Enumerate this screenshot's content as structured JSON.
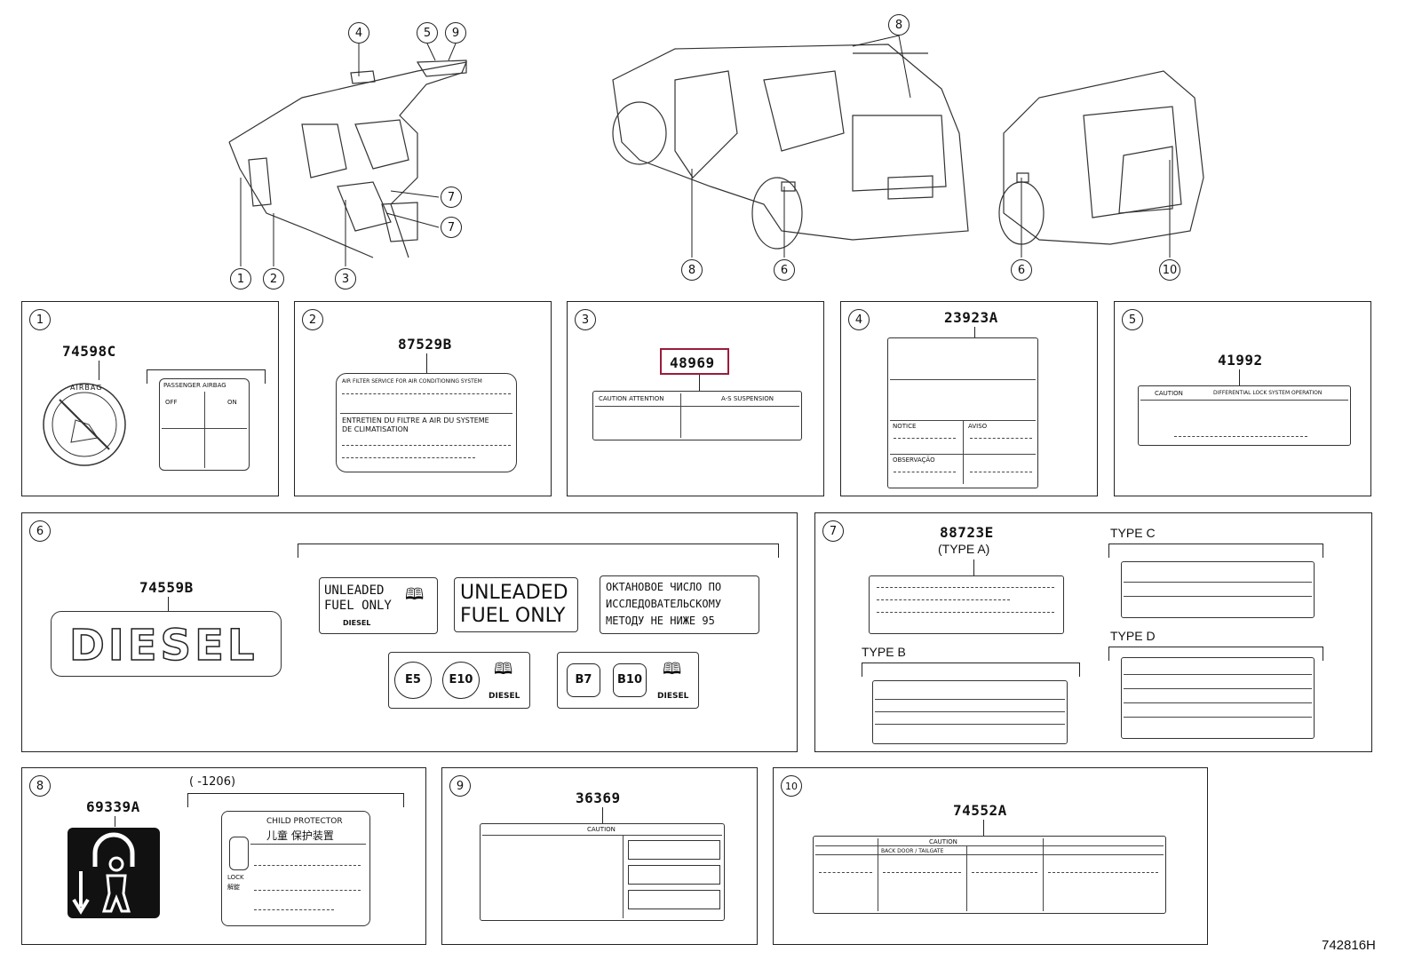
{
  "diagram_code": "742816H",
  "callouts": {
    "c1": "1",
    "c2": "2",
    "c3": "3",
    "c4": "4",
    "c5": "5",
    "c6a": "6",
    "c6b": "6",
    "c7a": "7",
    "c7b": "7",
    "c8a": "8",
    "c8b": "8",
    "c9": "9",
    "c10": "10"
  },
  "panels": [
    {
      "num": "1",
      "part": "74598C",
      "airbag_ring": "AIRBAG",
      "passenger_airbag": "PASSENGER  AIRBAG",
      "off": "OFF",
      "on": "ON"
    },
    {
      "num": "2",
      "part": "87529B",
      "line1": "AIR FILTER SERVICE FOR AIR CONDITIONING SYSTEM",
      "line2": "ENTRETIEN DU FILTRE A AIR DU SYSTEME",
      "line3": "DE CLIMATISATION"
    },
    {
      "num": "3",
      "part": "48969",
      "caution": "CAUTION  ATTENTION",
      "suspension": "A-S  SUSPENSION"
    },
    {
      "num": "4",
      "part": "23923A",
      "notice": "NOTICE",
      "aviso": "AVISO",
      "observacao": "OBSERVAÇÃO"
    },
    {
      "num": "5",
      "part": "41992",
      "caution": "CAUTION",
      "title": "DIFFERENTIAL LOCK SYSTEM OPERATION"
    },
    {
      "num": "6",
      "part": "74559B",
      "diesel": "DIESEL",
      "unleaded_small_1": "UNLEADED",
      "unleaded_small_2": "FUEL ONLY",
      "small_diesel": "DIESEL",
      "unleaded_big_1": "UNLEADED",
      "unleaded_big_2": "FUEL ONLY",
      "ru_1": "ОКТАНОВОЕ ЧИСЛО ПО",
      "ru_2": "ИССЛЕДОВАТЕЛЬСКОМУ",
      "ru_3": "МЕТОДУ НЕ НИЖЕ 95",
      "e5": "E5",
      "e10": "E10",
      "b7": "B7",
      "b10": "B10",
      "diesel_e": "DIESEL",
      "diesel_b": "DIESEL"
    },
    {
      "num": "7",
      "part": "88723E",
      "type_a": "(TYPE A)",
      "type_b": "TYPE B",
      "type_c": "TYPE C",
      "type_d": "TYPE D"
    },
    {
      "num": "8",
      "part": "69339A",
      "range": "(     -1206)",
      "child_protector": "CHILD PROTECTOR",
      "cn": "儿童 保护装置",
      "lock": "LOCK",
      "jp": "解錠"
    },
    {
      "num": "9",
      "part": "36369",
      "caution": "CAUTION"
    },
    {
      "num": "10",
      "part": "74552A",
      "caution": "CAUTION",
      "backdoor": "BACK DOOR / TAILGATE"
    }
  ]
}
